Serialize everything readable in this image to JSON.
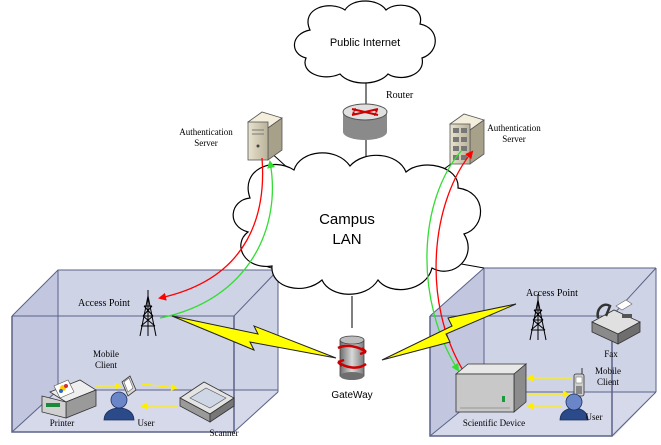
{
  "labels": {
    "public_internet": "Public Internet",
    "router": "Router",
    "auth_server_left_line1": "Authentication",
    "auth_server_left_line2": "Server",
    "auth_server_right_line1": "Authentication",
    "auth_server_right_line2": "Server",
    "campus_line1": "Campus",
    "campus_line2": "LAN",
    "access_point_left": "Access Point",
    "access_point_right": "Access Point",
    "mobile_client_left_line1": "Mobile",
    "mobile_client_left_line2": "Client",
    "mobile_client_right_line1": "Mobile",
    "mobile_client_right_line2": "Client",
    "gateway": "GateWay",
    "printer": "Printer",
    "user_left": "User",
    "scanner": "Scanner",
    "scientific_device": "Scientific Device",
    "user_right": "User",
    "fax": "Fax"
  },
  "colors": {
    "room_fill": "#cfd3e6",
    "room_edge": "#5a6288",
    "auth_request_arrow": "#ff0000",
    "auth_response_arrow": "#33dd33",
    "wireless_bolt": "#ffff00",
    "local_flow_arrow": "#ffee00"
  },
  "icons": [
    "cloud-icon",
    "router-icon",
    "server-icon",
    "antenna-icon",
    "wireless-link-icon",
    "gateway-icon",
    "printer-icon",
    "user-icon",
    "scanner-icon",
    "pda-icon",
    "scientific-device-icon",
    "fax-icon",
    "mobile-phone-icon"
  ]
}
